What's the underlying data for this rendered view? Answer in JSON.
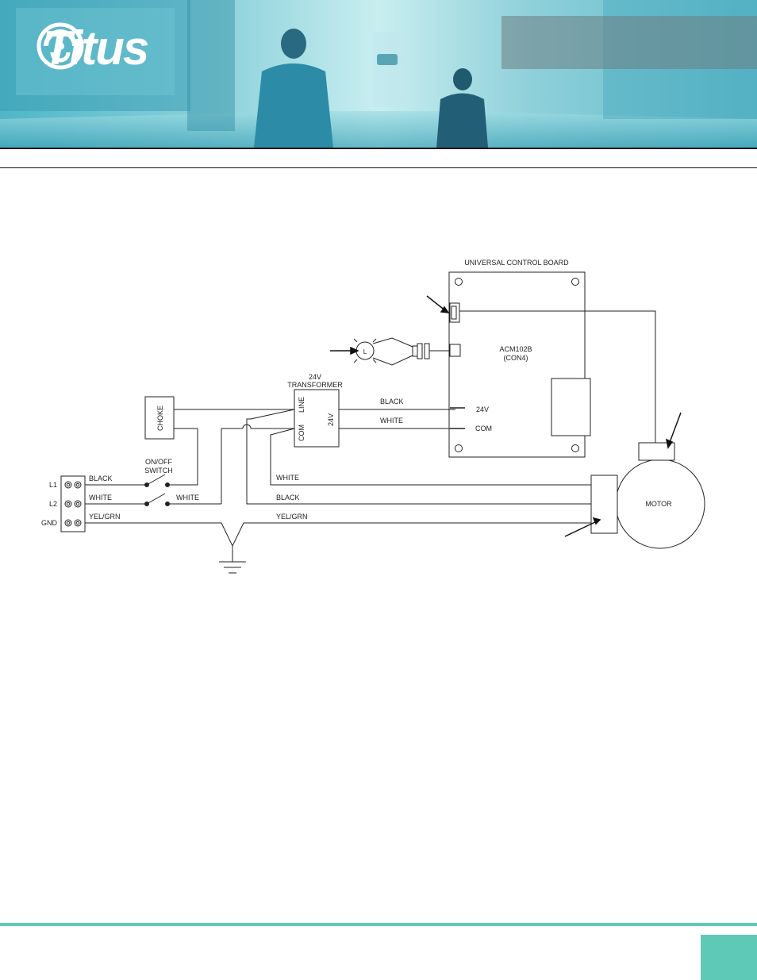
{
  "header": {
    "logo_text": "Titus",
    "brand_color": "#5ec9b6"
  },
  "diagram": {
    "board_title": "UNIVERSAL CONTROL BOARD",
    "board_model": "ACM102B",
    "board_connector": "(CON4)",
    "transformer_title_1": "24V",
    "transformer_title_2": "TRANSFORMER",
    "transformer_line": "LINE",
    "transformer_com": "COM",
    "transformer_24v": "24V",
    "choke": "CHOKE",
    "switch_label_1": "ON/OFF",
    "switch_label_2": "SWITCH",
    "terminal_l1": "L1",
    "terminal_l2": "L2",
    "terminal_gnd": "GND",
    "wire_black_l1": "BLACK",
    "wire_white_l2": "WHITE",
    "wire_white_switch": "WHITE",
    "wire_yelgrn_gnd": "YEL/GRN",
    "wire_black_24v": "BLACK",
    "wire_white_com": "WHITE",
    "pin_24v": "24V",
    "pin_com": "COM",
    "wire_white_motor": "WHITE",
    "wire_black_motor": "BLACK",
    "wire_yelgrn_motor": "YEL/GRN",
    "motor": "MOTOR",
    "led_letter": "L"
  }
}
